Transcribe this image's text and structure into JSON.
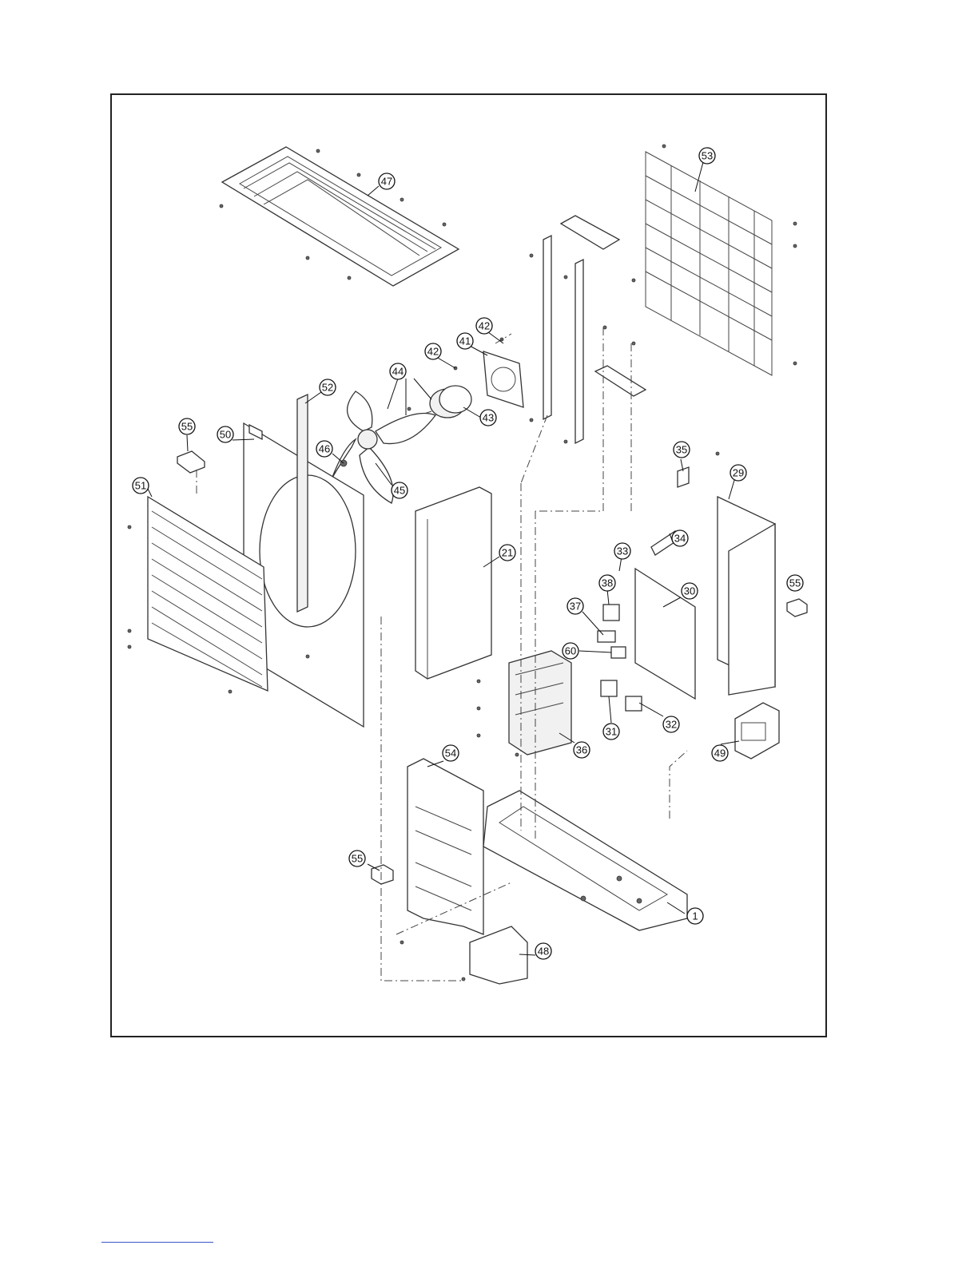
{
  "diagram": {
    "parts": [
      {
        "id": "p47",
        "label": "47"
      },
      {
        "id": "p53",
        "label": "53"
      },
      {
        "id": "p42a",
        "label": "42"
      },
      {
        "id": "p42b",
        "label": "42"
      },
      {
        "id": "p41",
        "label": "41"
      },
      {
        "id": "p44",
        "label": "44"
      },
      {
        "id": "p43",
        "label": "43"
      },
      {
        "id": "p52",
        "label": "52"
      },
      {
        "id": "p55a",
        "label": "55"
      },
      {
        "id": "p50",
        "label": "50"
      },
      {
        "id": "p46",
        "label": "46"
      },
      {
        "id": "p45",
        "label": "45"
      },
      {
        "id": "p51",
        "label": "51"
      },
      {
        "id": "p21",
        "label": "21"
      },
      {
        "id": "p35",
        "label": "35"
      },
      {
        "id": "p29",
        "label": "29"
      },
      {
        "id": "p34",
        "label": "34"
      },
      {
        "id": "p33",
        "label": "33"
      },
      {
        "id": "p38",
        "label": "38"
      },
      {
        "id": "p55b",
        "label": "55"
      },
      {
        "id": "p30",
        "label": "30"
      },
      {
        "id": "p37",
        "label": "37"
      },
      {
        "id": "p60",
        "label": "60"
      },
      {
        "id": "p31",
        "label": "31"
      },
      {
        "id": "p32",
        "label": "32"
      },
      {
        "id": "p36",
        "label": "36"
      },
      {
        "id": "p49",
        "label": "49"
      },
      {
        "id": "p54",
        "label": "54"
      },
      {
        "id": "p55c",
        "label": "55"
      },
      {
        "id": "p1",
        "label": "1"
      },
      {
        "id": "p48",
        "label": "48"
      }
    ]
  }
}
